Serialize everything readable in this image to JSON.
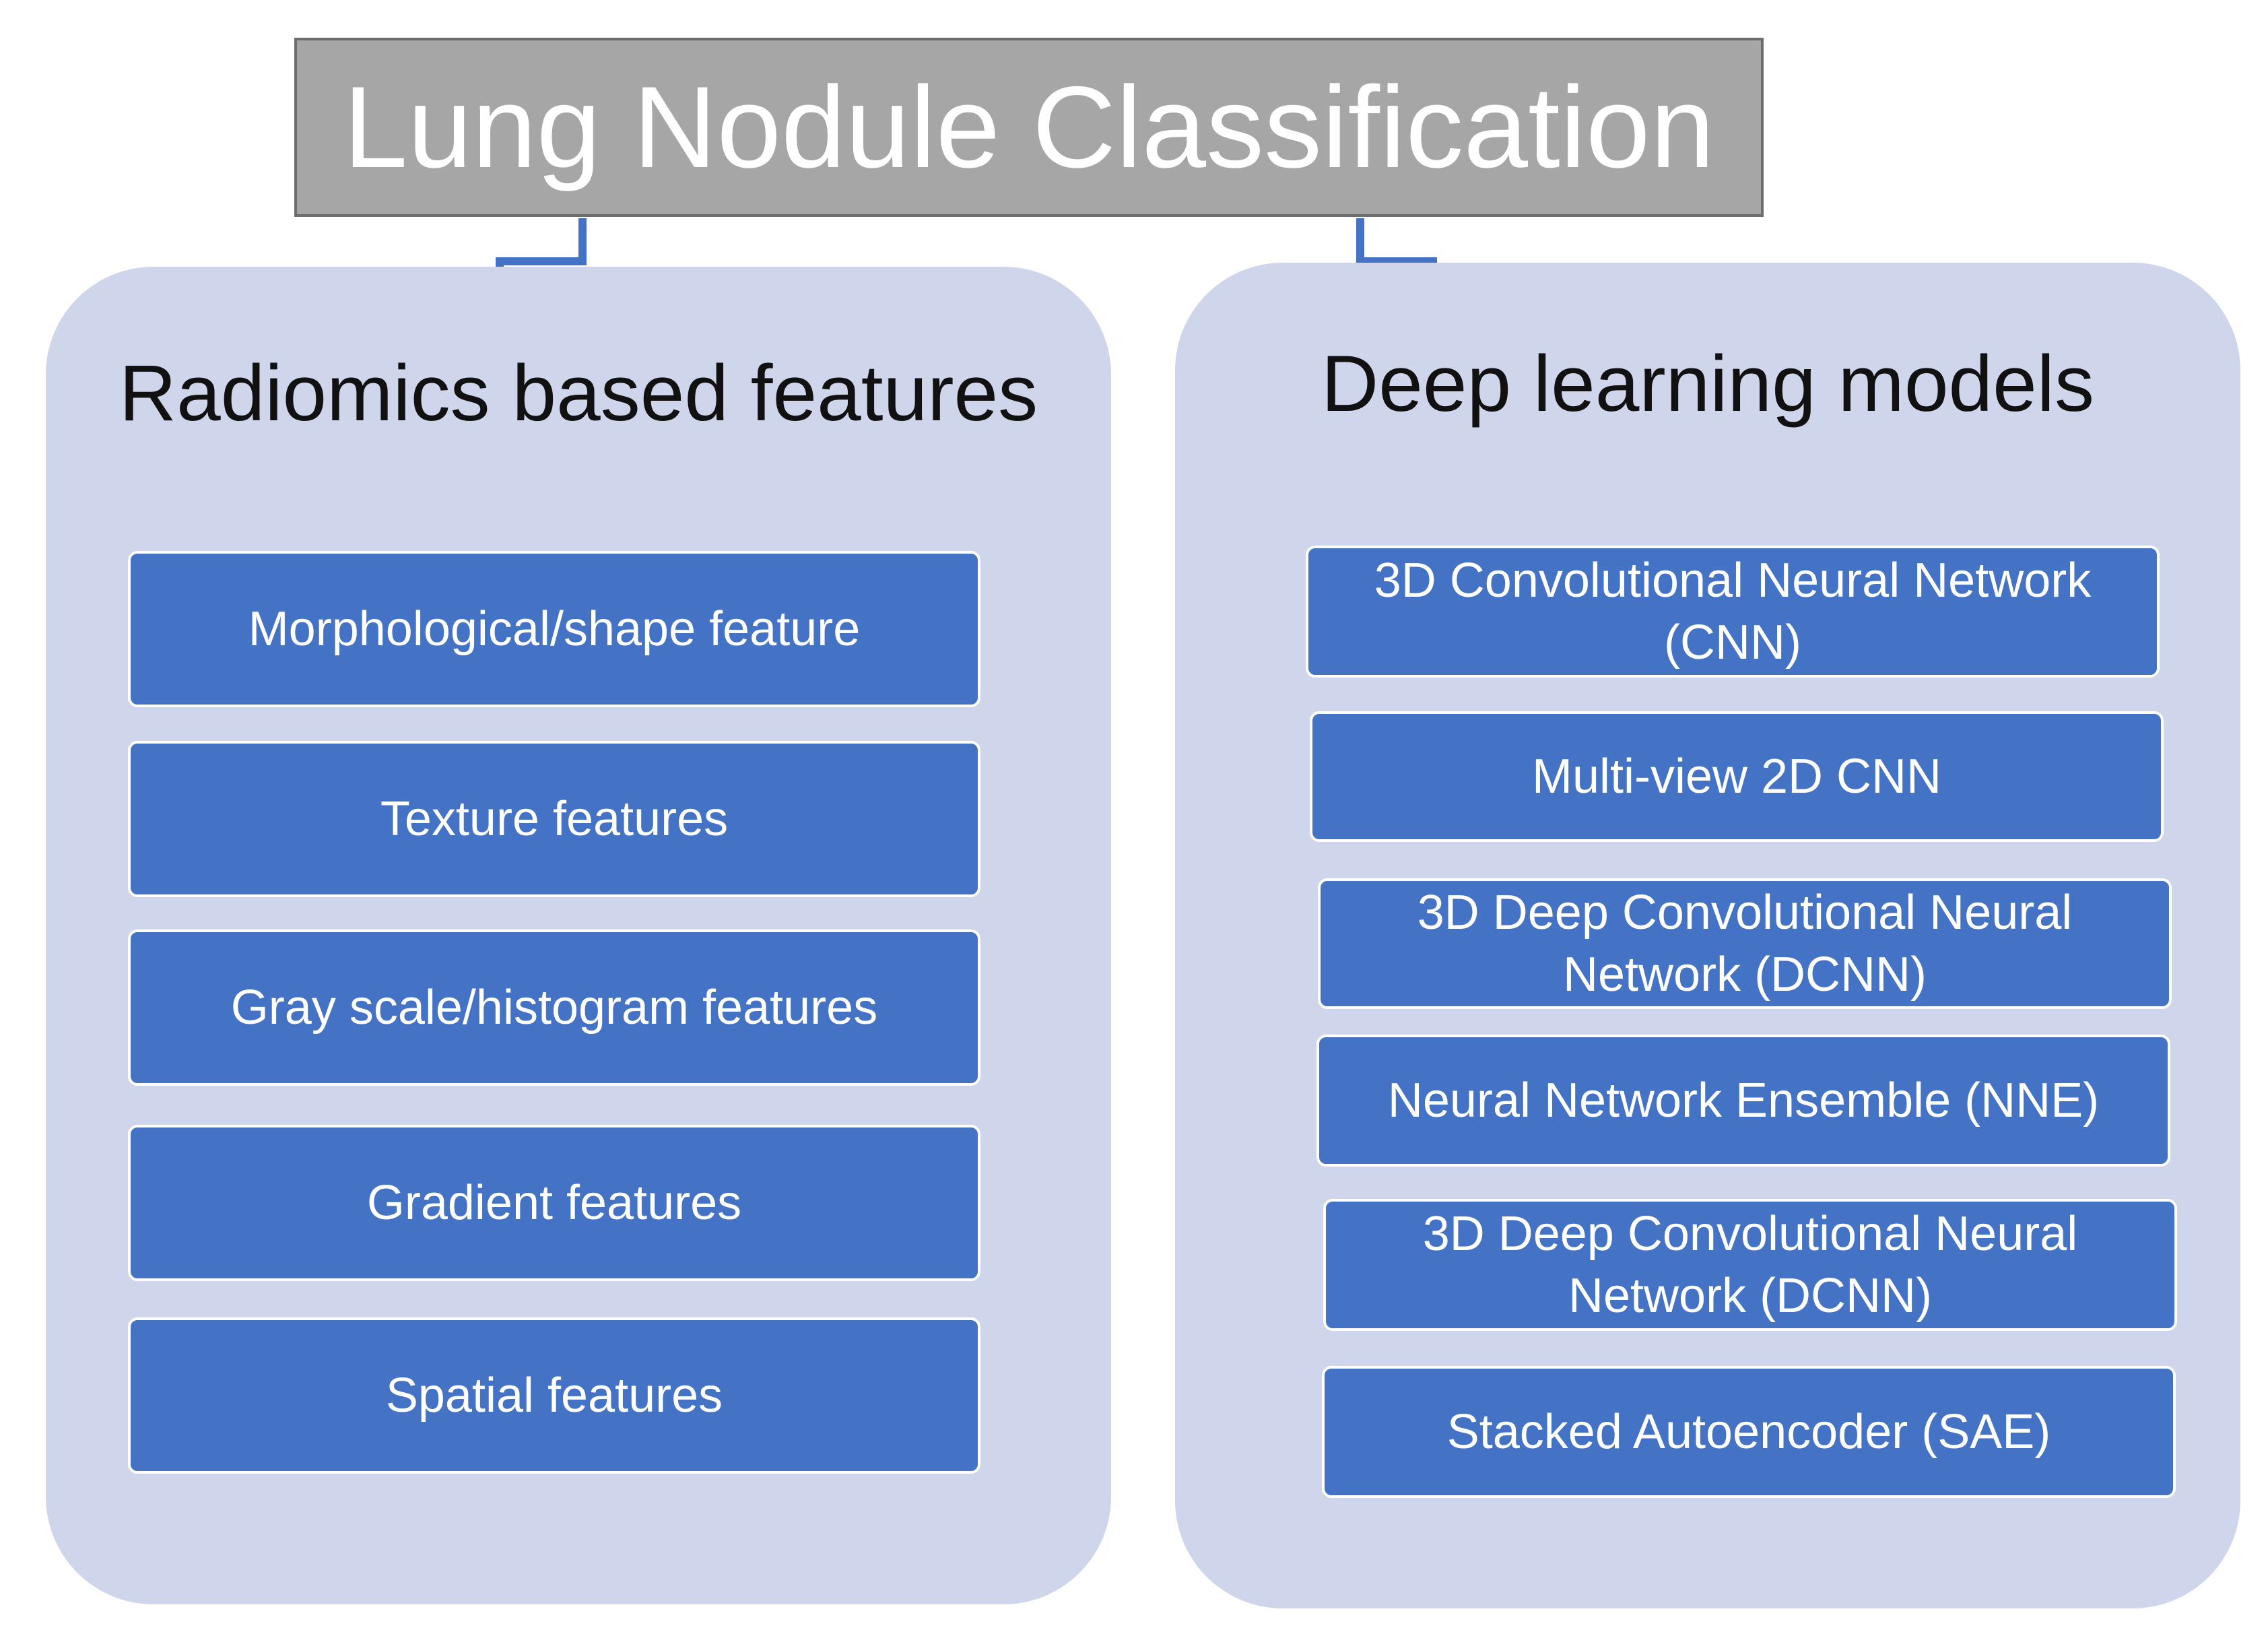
{
  "title": "Lung Nodule Classification",
  "left_panel": {
    "heading": "Radiomics based features",
    "items": [
      "Morphological/shape  feature",
      "Texture features",
      "Gray scale/histogram features",
      "Gradient features",
      "Spatial features"
    ]
  },
  "right_panel": {
    "heading": "Deep learning models",
    "items": [
      "3D Convolutional Neural Network (CNN)",
      "Multi-view 2D CNN",
      "3D  Deep Convolutional Neural Network (DCNN)",
      "Neural Network Ensemble (NNE)",
      "3D  Deep Convolutional Neural Network (DCNN)",
      "Stacked Autoencoder (SAE)"
    ]
  },
  "colors": {
    "title_fill": "#a6a6a6",
    "panel_fill": "#cfd5ea",
    "item_fill": "#4472c4",
    "connector": "#4472c4"
  }
}
